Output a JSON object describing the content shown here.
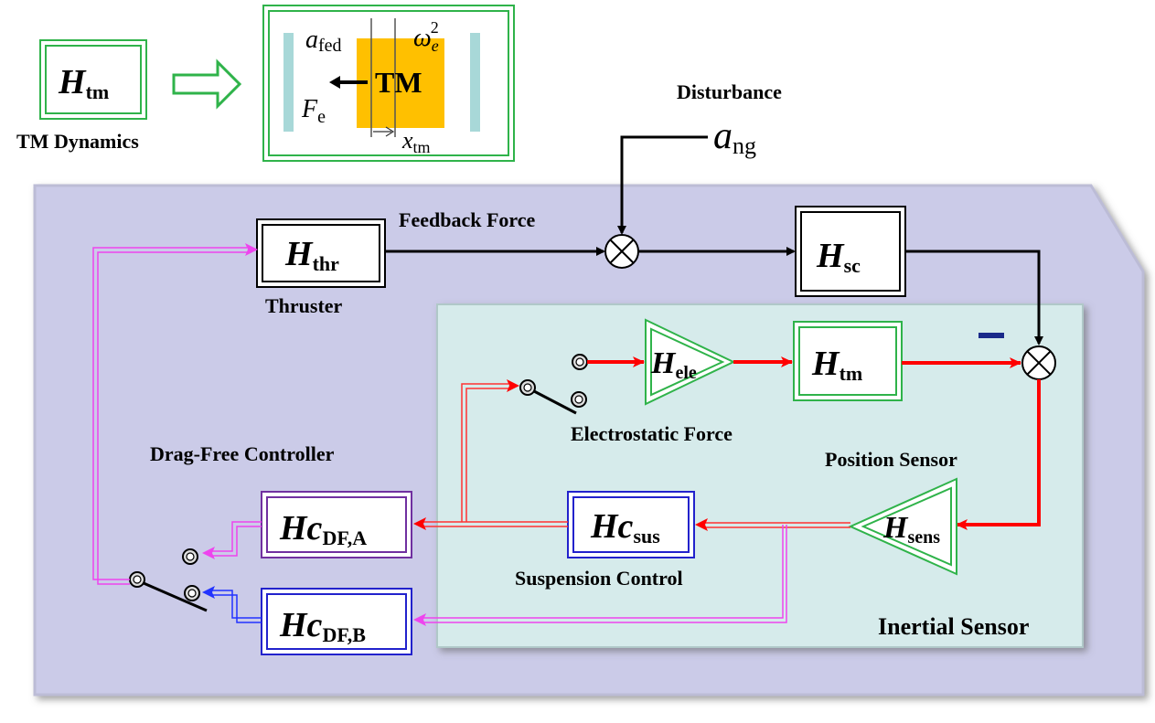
{
  "colors": {
    "background": "#ffffff",
    "outer_panel": "#cbcbe8",
    "inner_panel": "#d6ebeb",
    "tm_block": "#ffc000",
    "electrode": "#a8d8d8",
    "green_frame": "#2fb34a",
    "purple_frame": "#7030a0",
    "blue_frame": "#2222cc",
    "signal_red": "#ff0000",
    "signal_magenta": "#ee44ee",
    "signal_blue": "#2233ff",
    "signal_black": "#000000",
    "minus_bar": "#1a2a8a"
  },
  "header": {
    "htm_symbol": "H",
    "htm_sub": "tm",
    "caption": "TM Dynamics"
  },
  "tm_detail": {
    "block_label": "TM",
    "a_fed_symbol": "a",
    "a_fed_sub": "fed",
    "omega_symbol": "ω",
    "omega_sub": "e",
    "omega_sup": "2",
    "fe_symbol": "F",
    "fe_sub": "e",
    "xtm_symbol": "x",
    "xtm_sub": "tm"
  },
  "disturbance": {
    "label": "Disturbance",
    "symbol": "a",
    "sub": "ng"
  },
  "blocks": {
    "thruster": {
      "symbol": "H",
      "sub": "thr",
      "caption": "Thruster"
    },
    "spacecraft": {
      "symbol": "H",
      "sub": "sc"
    },
    "electrostatic": {
      "symbol": "H",
      "sub": "ele",
      "caption": "Electrostatic Force"
    },
    "tm_inner": {
      "symbol": "H",
      "sub": "tm"
    },
    "sensor": {
      "symbol": "H",
      "sub": "sens",
      "caption": "Position Sensor"
    },
    "suspension": {
      "symbol": "Hc",
      "sub": "sus",
      "caption": "Suspension Control"
    },
    "df_a": {
      "symbol": "Hc",
      "sub": "DF,A"
    },
    "df_b": {
      "symbol": "Hc",
      "sub": "DF,B"
    }
  },
  "labels": {
    "feedback_force": "Feedback Force",
    "drag_free_controller": "Drag-Free Controller",
    "inertial_sensor": "Inertial Sensor"
  }
}
